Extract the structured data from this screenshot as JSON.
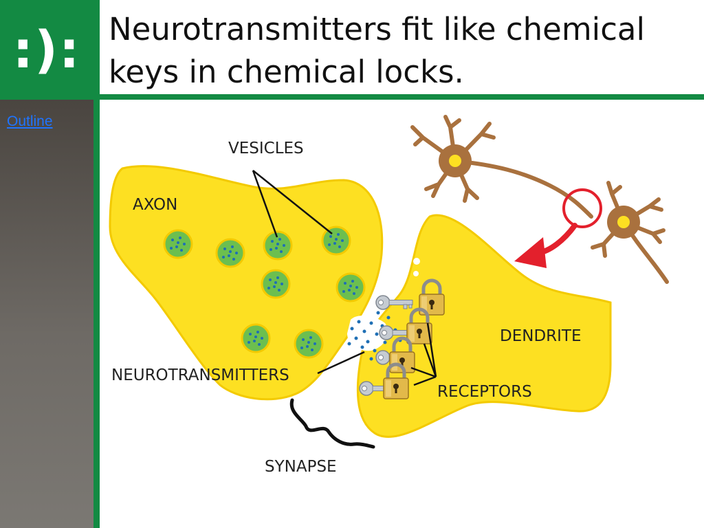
{
  "slide": {
    "logo_text": ":):",
    "outline_link": "Outline",
    "title": "Neurotransmitters fit like chemical keys in chemical locks."
  },
  "diagram": {
    "labels": {
      "vesicles": "VESICLES",
      "axon": "AXON",
      "dendrite": "DENDRITE",
      "neurotransmitters": "NEUROTRANSMITTERS",
      "receptors": "RECEPTORS",
      "synapse": "SYNAPSE"
    },
    "colors": {
      "cell_yellow": "#fde022",
      "vesicle_green": "#6cbf4f",
      "dot_blue": "#1f6fb5",
      "neuron_brown": "#a9713e",
      "arrow_red": "#e3202c",
      "lock_gold": "#e2b94a",
      "key_silver": "#c5cbd2"
    },
    "icons": [
      "lock-icon",
      "key-icon",
      "neuron-icon"
    ]
  }
}
